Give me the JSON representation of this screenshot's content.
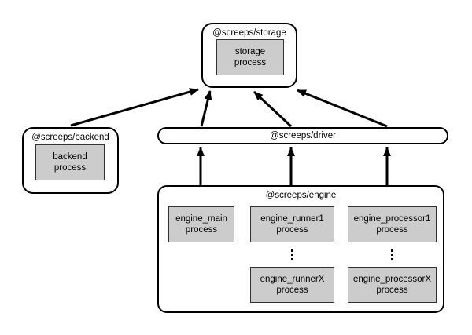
{
  "diagram": {
    "nodes": {
      "storage": {
        "title": "@screeps/storage",
        "processes": [
          {
            "label": "storage\nprocess"
          }
        ]
      },
      "backend": {
        "title": "@screeps/backend",
        "processes": [
          {
            "label": "backend\nprocess"
          }
        ]
      },
      "driver": {
        "title": "@screeps/driver"
      },
      "engine": {
        "title": "@screeps/engine",
        "processes": [
          {
            "label": "engine_main\nprocess"
          },
          {
            "label": "engine_runner1\nprocess"
          },
          {
            "label": "engine_processor1\nprocess"
          },
          {
            "label": "engine_runnerX\nprocess"
          },
          {
            "label": "engine_processorX\nprocess"
          }
        ]
      }
    },
    "connections": [
      {
        "from": "backend",
        "to": "storage"
      },
      {
        "from": "driver",
        "to": "storage"
      },
      {
        "from": "driver",
        "to": "storage"
      },
      {
        "from": "driver",
        "to": "storage"
      },
      {
        "from": "engine",
        "to": "driver"
      },
      {
        "from": "engine",
        "to": "driver"
      },
      {
        "from": "engine",
        "to": "driver"
      }
    ],
    "colors": {
      "background": "#ffffff",
      "node_fill": "#ffffff",
      "node_border": "#000000",
      "process_fill": "#cccccc",
      "process_border": "#333333",
      "arrow": "#000000"
    }
  }
}
